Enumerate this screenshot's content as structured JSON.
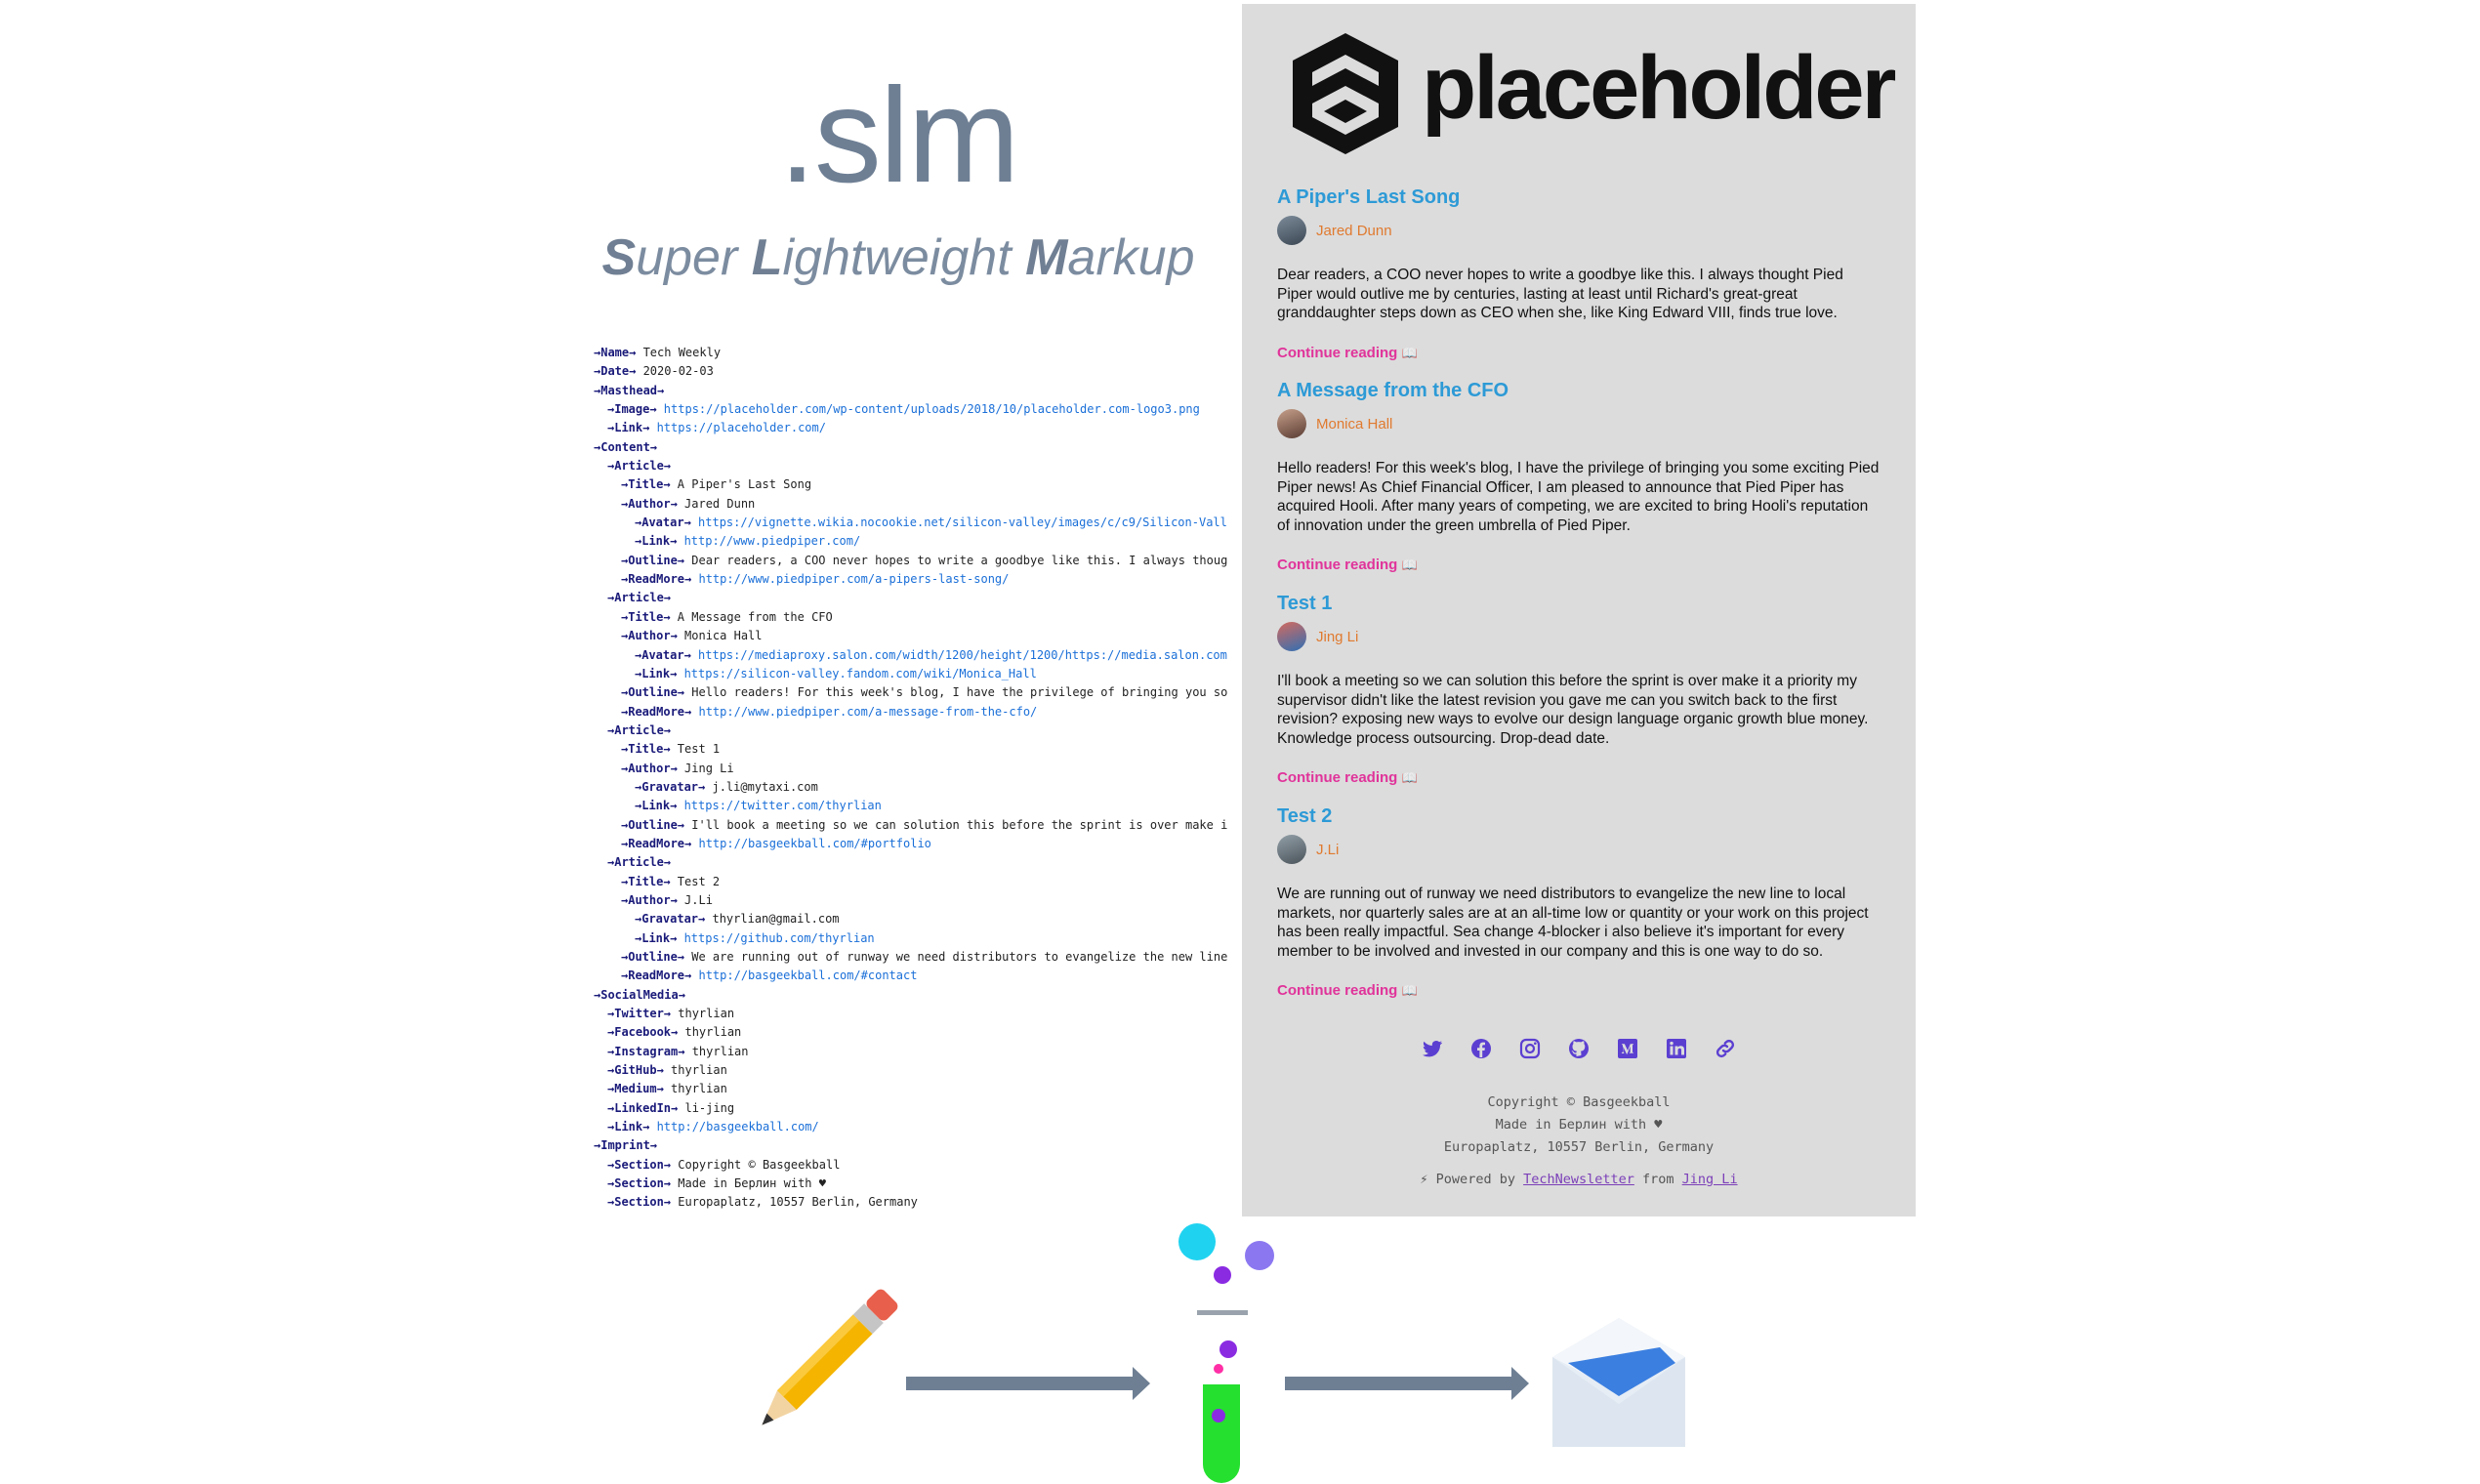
{
  "brand": {
    "title": ".slm",
    "subtitle_parts": [
      {
        "b": "S",
        "t": "uper "
      },
      {
        "b": "L",
        "t": "ightweight "
      },
      {
        "b": "M",
        "t": "arkup"
      }
    ]
  },
  "markup_lines": [
    {
      "indent": 0,
      "tag": "Name",
      "value": "Tech Weekly",
      "url": false
    },
    {
      "indent": 0,
      "tag": "Date",
      "value": "2020-02-03",
      "url": false
    },
    {
      "indent": 0,
      "tag": "Masthead",
      "value": "",
      "url": false
    },
    {
      "indent": 1,
      "tag": "Image",
      "value": "https://placeholder.com/wp-content/uploads/2018/10/placeholder.com-logo3.png",
      "url": true
    },
    {
      "indent": 1,
      "tag": "Link",
      "value": "https://placeholder.com/",
      "url": true
    },
    {
      "indent": 0,
      "tag": "Content",
      "value": "",
      "url": false
    },
    {
      "indent": 1,
      "tag": "Article",
      "value": "",
      "url": false
    },
    {
      "indent": 2,
      "tag": "Title",
      "value": "A Piper's Last Song",
      "url": false
    },
    {
      "indent": 2,
      "tag": "Author",
      "value": "Jared Dunn",
      "url": false
    },
    {
      "indent": 3,
      "tag": "Avatar",
      "value": "https://vignette.wikia.nocookie.net/silicon-valley/images/c/c9/Silicon-Vall",
      "url": true
    },
    {
      "indent": 3,
      "tag": "Link",
      "value": "http://www.piedpiper.com/",
      "url": true
    },
    {
      "indent": 2,
      "tag": "Outline",
      "value": "Dear readers, a COO never hopes to write a goodbye like this. I always thoug",
      "url": false
    },
    {
      "indent": 2,
      "tag": "ReadMore",
      "value": "http://www.piedpiper.com/a-pipers-last-song/",
      "url": true
    },
    {
      "indent": 1,
      "tag": "Article",
      "value": "",
      "url": false
    },
    {
      "indent": 2,
      "tag": "Title",
      "value": "A Message from the CFO",
      "url": false
    },
    {
      "indent": 2,
      "tag": "Author",
      "value": "Monica Hall",
      "url": false
    },
    {
      "indent": 3,
      "tag": "Avatar",
      "value": "https://mediaproxy.salon.com/width/1200/height/1200/https://media.salon.com",
      "url": true
    },
    {
      "indent": 3,
      "tag": "Link",
      "value": "https://silicon-valley.fandom.com/wiki/Monica_Hall",
      "url": true
    },
    {
      "indent": 2,
      "tag": "Outline",
      "value": "Hello readers! For this week's blog, I have the privilege of bringing you so",
      "url": false
    },
    {
      "indent": 2,
      "tag": "ReadMore",
      "value": "http://www.piedpiper.com/a-message-from-the-cfo/",
      "url": true
    },
    {
      "indent": 1,
      "tag": "Article",
      "value": "",
      "url": false
    },
    {
      "indent": 2,
      "tag": "Title",
      "value": "Test 1",
      "url": false
    },
    {
      "indent": 2,
      "tag": "Author",
      "value": "Jing Li",
      "url": false
    },
    {
      "indent": 3,
      "tag": "Gravatar",
      "value": "j.li@mytaxi.com",
      "url": false
    },
    {
      "indent": 3,
      "tag": "Link",
      "value": "https://twitter.com/thyrlian",
      "url": true
    },
    {
      "indent": 2,
      "tag": "Outline",
      "value": "I'll book a meeting so we can solution this before the sprint is over make i",
      "url": false
    },
    {
      "indent": 2,
      "tag": "ReadMore",
      "value": "http://basgeekball.com/#portfolio",
      "url": true
    },
    {
      "indent": 1,
      "tag": "Article",
      "value": "",
      "url": false
    },
    {
      "indent": 2,
      "tag": "Title",
      "value": "Test 2",
      "url": false
    },
    {
      "indent": 2,
      "tag": "Author",
      "value": "J.Li",
      "url": false
    },
    {
      "indent": 3,
      "tag": "Gravatar",
      "value": "thyrlian@gmail.com",
      "url": false
    },
    {
      "indent": 3,
      "tag": "Link",
      "value": "https://github.com/thyrlian",
      "url": true
    },
    {
      "indent": 2,
      "tag": "Outline",
      "value": "We are running out of runway we need distributors to evangelize the new line",
      "url": false
    },
    {
      "indent": 2,
      "tag": "ReadMore",
      "value": "http://basgeekball.com/#contact",
      "url": true
    },
    {
      "indent": 0,
      "tag": "SocialMedia",
      "value": "",
      "url": false
    },
    {
      "indent": 1,
      "tag": "Twitter",
      "value": "thyrlian",
      "url": false
    },
    {
      "indent": 1,
      "tag": "Facebook",
      "value": "thyrlian",
      "url": false
    },
    {
      "indent": 1,
      "tag": "Instagram",
      "value": "thyrlian",
      "url": false
    },
    {
      "indent": 1,
      "tag": "GitHub",
      "value": "thyrlian",
      "url": false
    },
    {
      "indent": 1,
      "tag": "Medium",
      "value": "thyrlian",
      "url": false
    },
    {
      "indent": 1,
      "tag": "LinkedIn",
      "value": "li-jing",
      "url": false
    },
    {
      "indent": 1,
      "tag": "Link",
      "value": "http://basgeekball.com/",
      "url": true
    },
    {
      "indent": 0,
      "tag": "Imprint",
      "value": "",
      "url": false
    },
    {
      "indent": 1,
      "tag": "Section",
      "value": "Copyright © Basgeekball",
      "url": false
    },
    {
      "indent": 1,
      "tag": "Section",
      "value": "Made in Берлин with ♥",
      "url": false
    },
    {
      "indent": 1,
      "tag": "Section",
      "value": "Europaplatz, 10557 Berlin, Germany",
      "url": false
    }
  ],
  "newsletter": {
    "logo_text": "placeholder",
    "articles": [
      {
        "title": "A Piper's Last Song",
        "author": "Jared Dunn",
        "outline": "Dear readers, a COO never hopes to write a goodbye like this. I always thought Pied Piper would outlive me by centuries, lasting at least until Richard's great-great granddaughter steps down as CEO when she, like King Edward VIII, finds true love.",
        "read_more": "Continue reading"
      },
      {
        "title": "A Message from the CFO",
        "author": "Monica Hall",
        "outline": "Hello readers! For this week's blog, I have the privilege of bringing you some exciting Pied Piper news! As Chief Financial Officer, I am pleased to announce that Pied Piper has acquired Hooli. After many years of competing, we are excited to bring Hooli's reputation of innovation under the green umbrella of Pied Piper.",
        "read_more": "Continue reading"
      },
      {
        "title": "Test 1",
        "author": "Jing Li",
        "outline": "I'll book a meeting so we can solution this before the sprint is over make it a priority my supervisor didn't like the latest revision you gave me can you switch back to the first revision? exposing new ways to evolve our design language organic growth blue money. Knowledge process outsourcing. Drop-dead date.",
        "read_more": "Continue reading"
      },
      {
        "title": "Test 2",
        "author": "J.Li",
        "outline": "We are running out of runway we need distributors to evangelize the new line to local markets, nor quarterly sales are at an all-time low or quantity or your work on this project has been really impactful. Sea change 4-blocker i also believe it's important for every member to be involved and invested in our company and this is one way to do so.",
        "read_more": "Continue reading"
      }
    ],
    "socials": [
      "twitter-icon",
      "facebook-icon",
      "instagram-icon",
      "github-icon",
      "medium-icon",
      "linkedin-icon",
      "link-icon"
    ],
    "footer_lines": [
      "Copyright © Basgeekball",
      "Made in Берлин with ♥",
      "Europaplatz, 10557 Berlin, Germany"
    ],
    "powered": {
      "prefix": "⚡ Powered by ",
      "tool": "TechNewsletter",
      "middle": " from ",
      "author": "Jing Li"
    }
  },
  "colors": {
    "brand": "#6e7f94",
    "panel_bg": "#dcdcdc",
    "title_blue": "#2d9ad6",
    "author_orange": "#e07a2f",
    "readmore_pink": "#e0339a",
    "social_purple": "#5b3fd1"
  }
}
